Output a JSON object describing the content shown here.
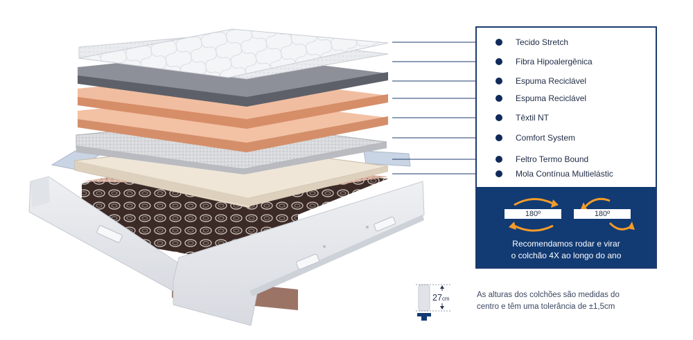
{
  "layers": [
    {
      "label": "Tecido Stretch"
    },
    {
      "label": "Fibra Hipoalergênica"
    },
    {
      "label": "Espuma Reciclável"
    },
    {
      "label": "Espuma Reciclável"
    },
    {
      "label": "Têxtil NT"
    },
    {
      "label": "Comfort System"
    },
    {
      "label": "Feltro Termo Bound"
    },
    {
      "label": "Mola Contínua Multielástic"
    }
  ],
  "rotation": {
    "left_degrees": "180º",
    "right_degrees": "180º",
    "line1": "Recomendamos rodar e virar",
    "line2": "o colchão 4X ao longo do ano"
  },
  "height_note": {
    "value": "27",
    "unit": "cm",
    "line1": "As alturas dos colchões são medidas do",
    "line2": "centro e têm uma tolerância de ±1,5cm"
  },
  "colors": {
    "navy": "#123a73",
    "peach": "#f1b99c",
    "gray_foam": "#8c8f96",
    "cream": "#f1dfc9"
  }
}
